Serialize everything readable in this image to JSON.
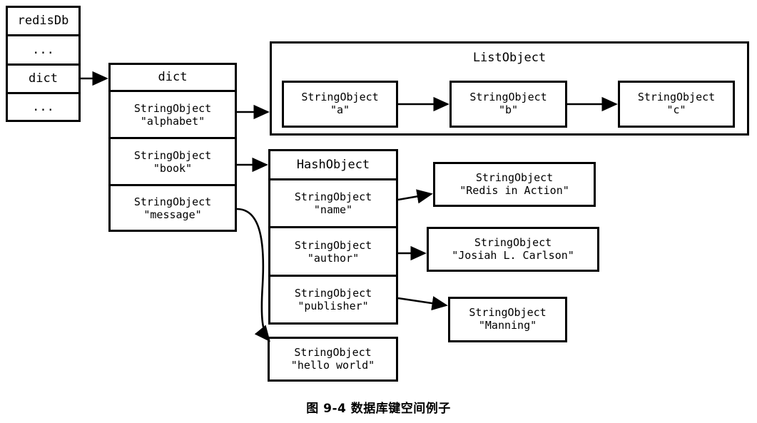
{
  "figure": {
    "caption": "图 9-4  数据库键空间例子",
    "stroke_color": "#000000",
    "background_color": "#ffffff"
  },
  "redis_db": {
    "title": "redisDb",
    "rows": [
      {
        "label": "..."
      },
      {
        "label": "dict"
      },
      {
        "label": "..."
      }
    ]
  },
  "dict_table": {
    "title": "dict",
    "keys": [
      {
        "type": "StringObject",
        "value": "\"alphabet\""
      },
      {
        "type": "StringObject",
        "value": "\"book\""
      },
      {
        "type": "StringObject",
        "value": "\"message\""
      }
    ]
  },
  "list_object": {
    "title": "ListObject",
    "nodes": [
      {
        "type": "StringObject",
        "value": "\"a\""
      },
      {
        "type": "StringObject",
        "value": "\"b\""
      },
      {
        "type": "StringObject",
        "value": "\"c\""
      }
    ]
  },
  "hash_object": {
    "title": "HashObject",
    "fields": [
      {
        "type": "StringObject",
        "value": "\"name\""
      },
      {
        "type": "StringObject",
        "value": "\"author\""
      },
      {
        "type": "StringObject",
        "value": "\"publisher\""
      }
    ]
  },
  "hash_values": [
    {
      "type": "StringObject",
      "value": "\"Redis in Action\""
    },
    {
      "type": "StringObject",
      "value": "\"Josiah L. Carlson\""
    },
    {
      "type": "StringObject",
      "value": "\"Manning\""
    }
  ],
  "message_value": {
    "type": "StringObject",
    "value": "\"hello world\""
  }
}
